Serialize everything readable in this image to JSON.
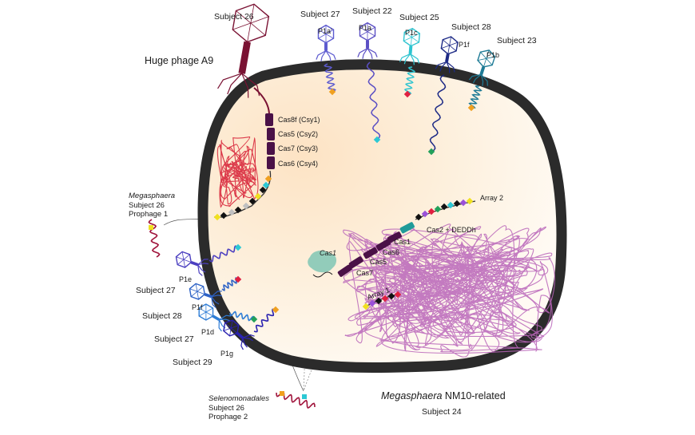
{
  "cell": {
    "host_name_italic": "Megasphaera",
    "host_name_rest": " NM10-related",
    "host_subject": "Subject 24"
  },
  "huge_phage": {
    "title": "Huge phage A9",
    "subject": "Subject 26",
    "color": "#7a1233",
    "cas_genes": [
      "Cas8f (Csy1)",
      "Cas5 (Csy2)",
      "Cas7 (Csy3)",
      "Cas6 (Csy4)"
    ]
  },
  "top_phages": [
    {
      "subject": "Subject 27",
      "code": "P1a'",
      "color": "#5d5bd0"
    },
    {
      "subject": "Subject 22",
      "code": "P1a",
      "color": "#5b4fc4"
    },
    {
      "subject": "Subject 25",
      "code": "P1c",
      "color": "#2ec4d0"
    },
    {
      "subject": "Subject 28",
      "code": "P1f",
      "color": "#1d2a86"
    },
    {
      "subject": "Subject 23",
      "code": "P1b",
      "color": "#1e7b96"
    }
  ],
  "left_phages": [
    {
      "subject": "Subject 27",
      "code": "P1e",
      "color": "#4b3fc0"
    },
    {
      "subject": "Subject 28",
      "code": "P1f",
      "color": "#2d62c6"
    },
    {
      "subject": "Subject 27",
      "code": "P1d",
      "color": "#2f7dd6"
    },
    {
      "subject": "Subject 29",
      "code": "P1g",
      "color": "#2a22b0"
    }
  ],
  "prophage_1": {
    "genus": "Megasphaera",
    "subject": "Subject 26",
    "name": "Prophage 1",
    "color": "#a0143c"
  },
  "prophage_2": {
    "genus": "Selenomonadales",
    "subject": "Subject 26",
    "name": "Prophage 2",
    "color": "#a0143c"
  },
  "host_locus": {
    "array_2": "Array 2",
    "array_1": "Array 1",
    "cas_genes": [
      "Cas2 + DEDDh",
      "Cas1",
      "Cas6",
      "Cas5",
      "Cas7"
    ],
    "free_protein": "Cas1",
    "gene_color": "#4a1147",
    "cas1_color": "#1f9b99",
    "genome_color": "#b964b8"
  },
  "spacer_colors": [
    "#f0a020",
    "#2cc8d4",
    "#e02040",
    "#22a05a",
    "#9a50d8",
    "#f0e020",
    "#111111",
    "#c0c0c0"
  ]
}
